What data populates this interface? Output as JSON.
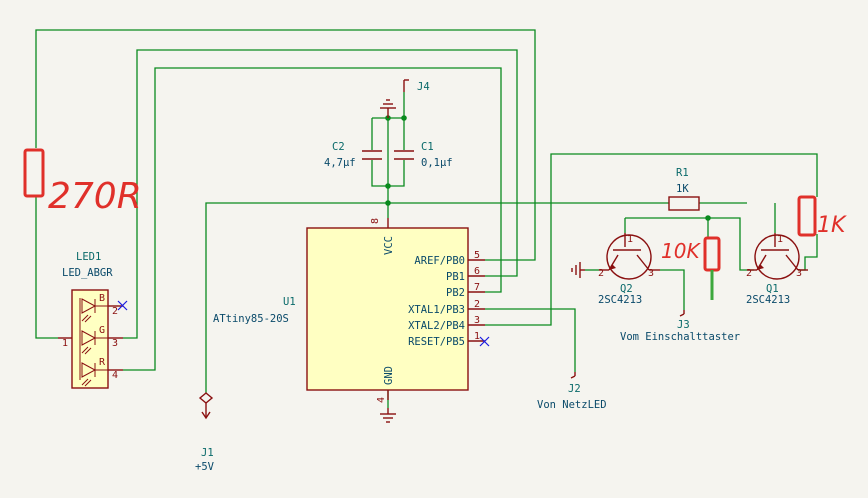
{
  "components": {
    "led1": {
      "ref": "LED1",
      "value": "LED_ABGR",
      "pin_b": "B",
      "pin_g": "G",
      "pin_r": "R",
      "pin1": "1",
      "pin2": "2",
      "pin3": "3",
      "pin4": "4"
    },
    "u1": {
      "ref": "U1",
      "value": "ATtiny85-20S",
      "pins_right": [
        {
          "name": "AREF/PB0",
          "num": "5"
        },
        {
          "name": "PB1",
          "num": "6"
        },
        {
          "name": "PB2",
          "num": "7"
        },
        {
          "name": "XTAL1/PB3",
          "num": "2"
        },
        {
          "name": "XTAL2/PB4",
          "num": "3"
        },
        {
          "name": "RESET/PB5",
          "num": "1"
        }
      ],
      "vcc_name": "VCC",
      "vcc_num": "8",
      "gnd_name": "GND",
      "gnd_num": "4"
    },
    "c1": {
      "ref": "C1",
      "value": "0,1µf"
    },
    "c2": {
      "ref": "C2",
      "value": "4,7µf"
    },
    "r1": {
      "ref": "R1",
      "value": "1K"
    },
    "q1": {
      "ref": "Q1",
      "value": "2SC4213",
      "pin1": "1",
      "pin2": "2",
      "pin3": "3"
    },
    "q2": {
      "ref": "Q2",
      "value": "2SC4213",
      "pin1": "1",
      "pin2": "2",
      "pin3": "3"
    },
    "j1": {
      "ref": "J1",
      "value": "+5V"
    },
    "j2": {
      "ref": "J2",
      "value": "Von NetzLED"
    },
    "j3": {
      "ref": "J3",
      "value": "Vom Einschalttaster"
    },
    "j4": {
      "ref": "J4"
    }
  },
  "annotations": {
    "resistor_270": "270R",
    "resistor_10k": "10K",
    "resistor_1k": "1K"
  },
  "colors": {
    "wire": "#0a8a1e",
    "symbol": "#8a1010",
    "body_fill": "#ffffc2",
    "pin_name": "#0a4a6a",
    "annotation": "#e0302a",
    "no_connect": "#1a1ae0"
  }
}
